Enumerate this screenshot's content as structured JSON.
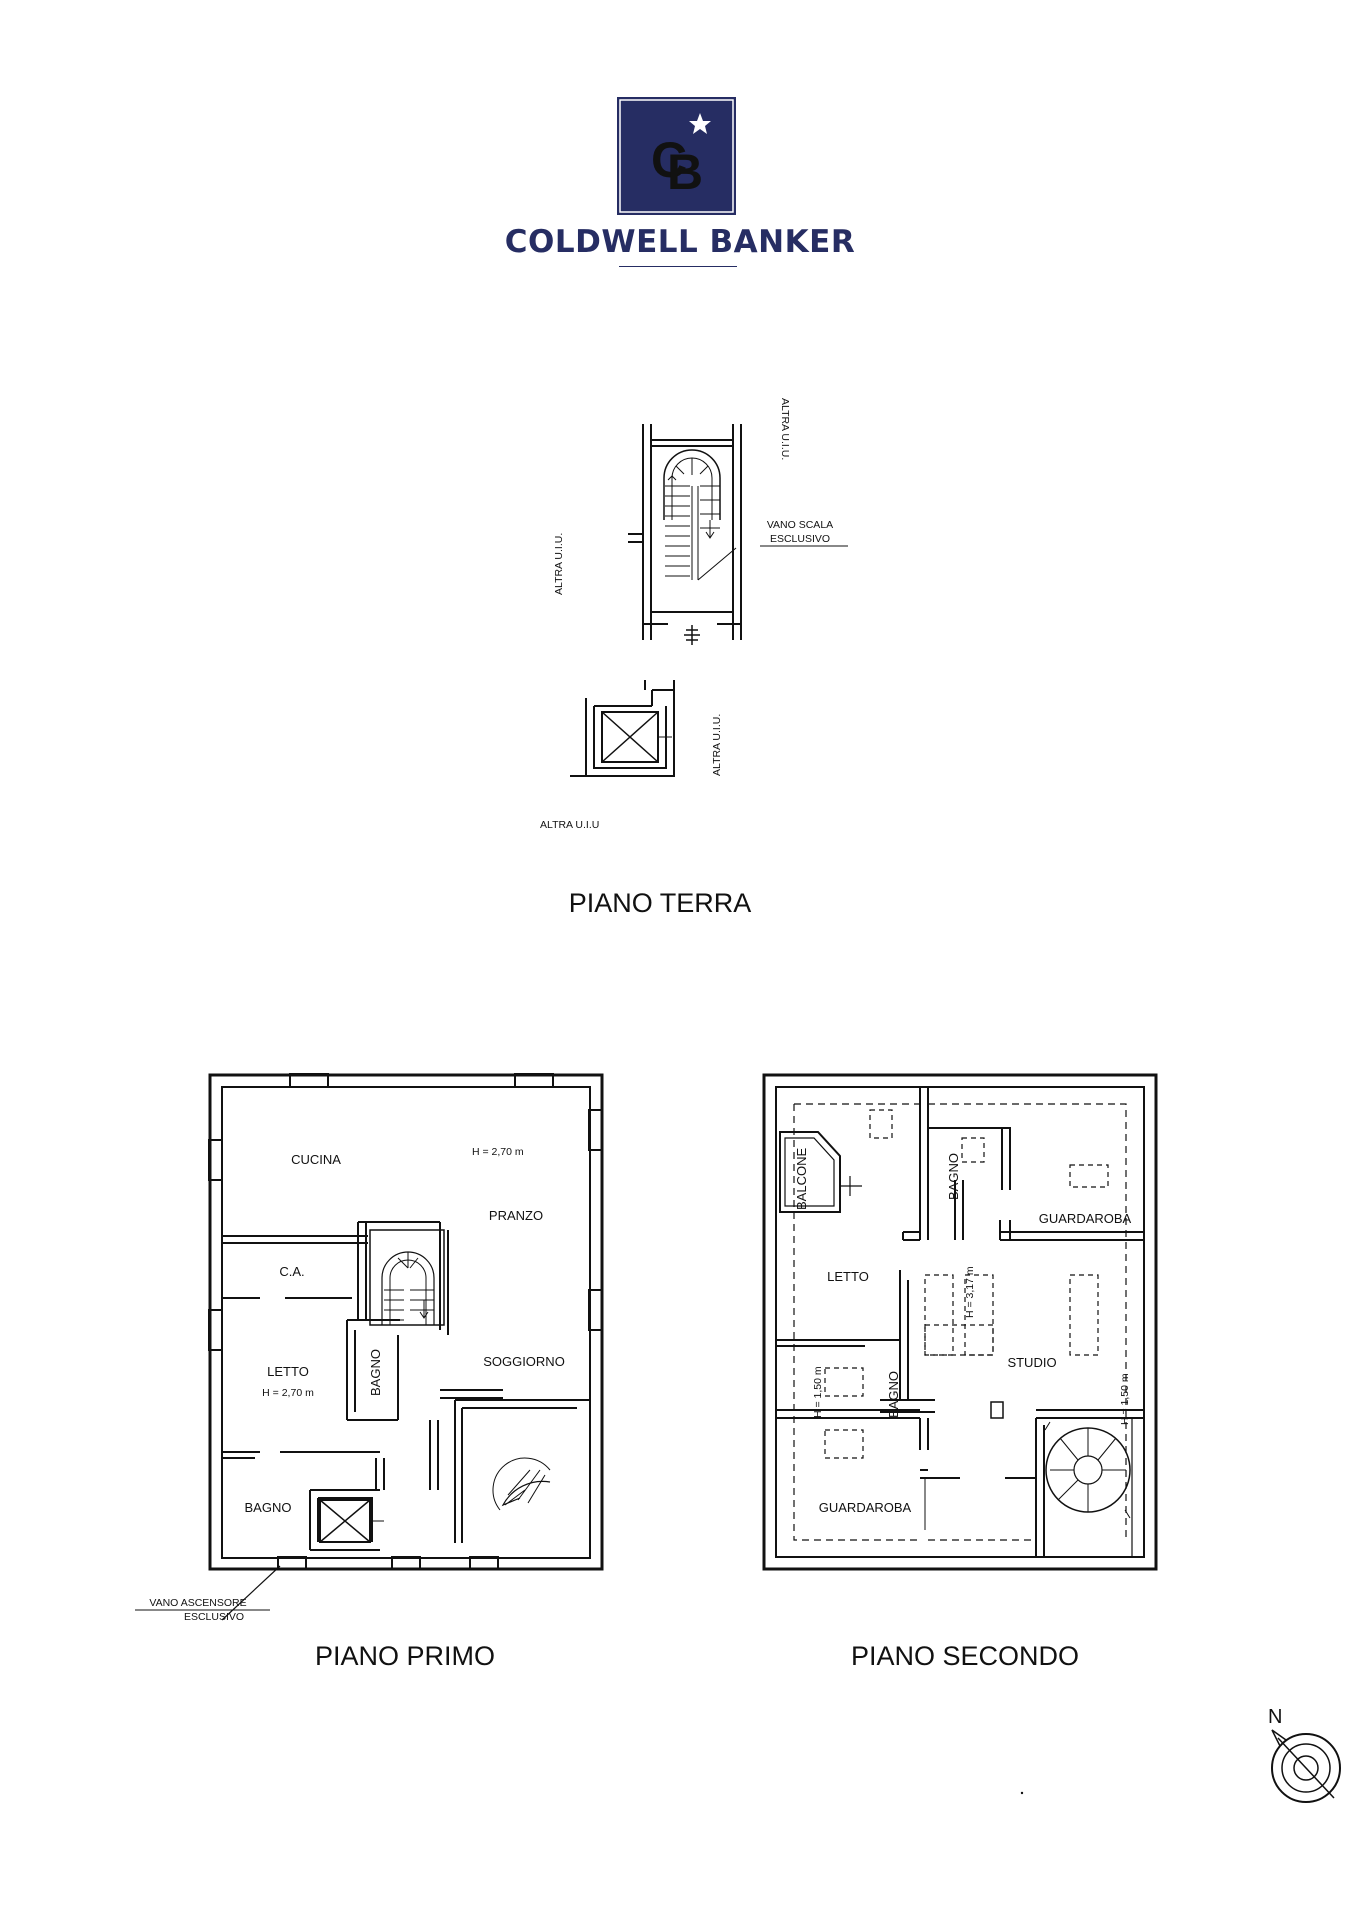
{
  "brand": {
    "monogram": "CB",
    "name": "COLDWELL BANKER",
    "colors": {
      "brand_blue": "#262d63",
      "line": "#111111"
    }
  },
  "piano_terra": {
    "title": "PIANO TERRA",
    "labels": {
      "altra_top": "ALTRA U.I.U.",
      "altra_left": "ALTRA U.I.U.",
      "vano_scala_1": "VANO SCALA",
      "vano_scala_2": "ESCLUSIVO",
      "altra_right": "ALTRA U.I.U.",
      "altra_bottom": "ALTRA U.I.U"
    }
  },
  "piano_primo": {
    "title": "PIANO PRIMO",
    "rooms": {
      "cucina": "CUCINA",
      "h_cucina": "H = 2,70 m",
      "pranzo": "PRANZO",
      "ca": "C.A.",
      "letto": "LETTO",
      "h_letto": "H = 2,70 m",
      "bagno_stair": "BAGNO",
      "soggiorno": "SOGGIORNO",
      "bagno": "BAGNO"
    },
    "vano_ascensore_1": "VANO ASCENSORE",
    "vano_ascensore_2": "ESCLUSIVO"
  },
  "piano_secondo": {
    "title": "PIANO SECONDO",
    "rooms": {
      "balcone": "BALCONE",
      "bagno_top": "BAGNO",
      "guardaroba_top": "GUARDAROBA",
      "letto": "LETTO",
      "h_center": "H = 3,17 m",
      "h_left": "H = 1,50 m",
      "bagno_mid": "BAGNO",
      "studio": "STUDIO",
      "h_right": "H = 1,50 m",
      "guardaroba_bottom": "GUARDAROBA"
    }
  },
  "compass": {
    "north": "N"
  }
}
